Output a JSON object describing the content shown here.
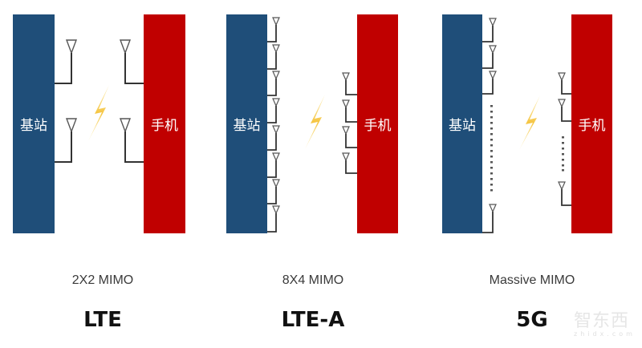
{
  "colors": {
    "base_station": "#1f4e79",
    "phone": "#c00000",
    "antenna": "#333333",
    "lightning": "#f5c542",
    "caption": "#3a3a3a",
    "generation": "#111111"
  },
  "panels": [
    {
      "id": "lte",
      "base_station_label": "基站",
      "phone_label": "手机",
      "mimo_label": "2X2 MIMO",
      "generation_label": "LTE",
      "base_station_antennas": 2,
      "phone_antennas": 2
    },
    {
      "id": "lte-a",
      "base_station_label": "基站",
      "phone_label": "手机",
      "mimo_label": "8X4 MIMO",
      "generation_label": "LTE-A",
      "base_station_antennas": 8,
      "phone_antennas": 4
    },
    {
      "id": "5g",
      "base_station_label": "基站",
      "phone_label": "手机",
      "mimo_label": "Massive MIMO",
      "generation_label": "5G",
      "base_station_antennas": "many (3 shown + ellipsis + 1)",
      "phone_antennas": "many (2 shown + ellipsis + 1)"
    }
  ],
  "icons": {
    "antenna": "antenna-icon",
    "signal": "lightning-icon"
  },
  "watermark": {
    "text": "智东西",
    "subtext": "zhidx.com"
  }
}
